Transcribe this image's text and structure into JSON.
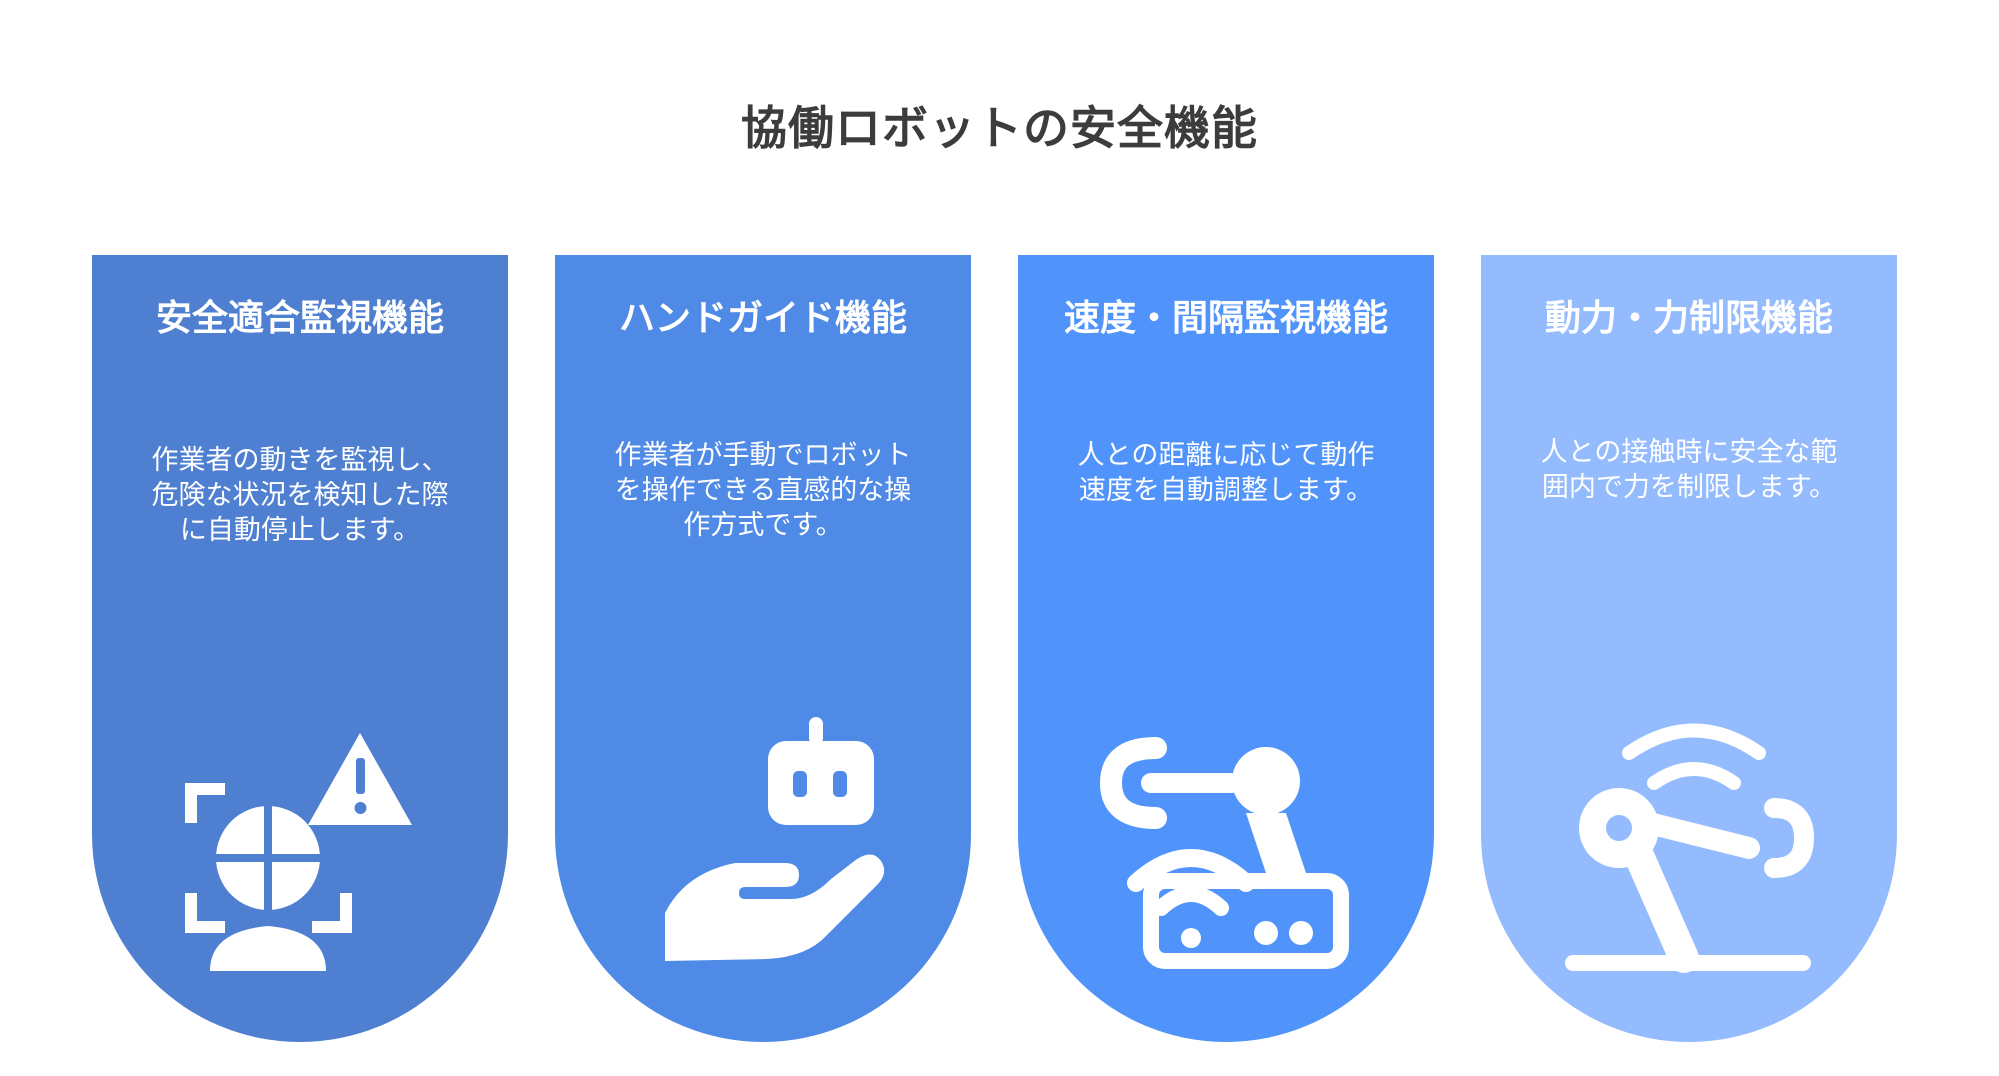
{
  "title": "協働ロボットの安全機能",
  "cards": [
    {
      "title": "安全適合監視機能",
      "desc": "作業者の動きを監視し、危険な状況を検知した際に自動停止します。",
      "icon": "monitor-warning-icon",
      "color": "#4f7fd0"
    },
    {
      "title": "ハンドガイド機能",
      "desc": "作業者が手動でロボットを操作できる直感的な操作方式です。",
      "icon": "hand-robot-icon",
      "color": "#4f8ae6"
    },
    {
      "title": "速度・間隔監視機能",
      "desc": "人との距離に応じて動作速度を自動調整します。",
      "icon": "robot-arm-signal-icon",
      "color": "#5094fb"
    },
    {
      "title": "動力・力制限機能",
      "desc": "人との接触時に安全な範囲内で力を制限します。",
      "icon": "industrial-arm-icon",
      "color": "#93bbfd"
    }
  ]
}
